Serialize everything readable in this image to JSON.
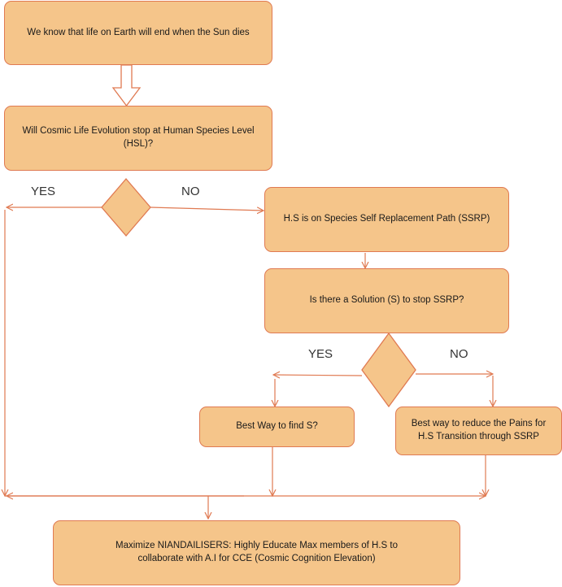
{
  "nodes": {
    "n1": "We know that life on Earth will end when the Sun dies",
    "n2": "Will Cosmic Life Evolution stop at Human Species Level (HSL)?",
    "n3": "H.S is on Species Self Replacement Path (SSRP)",
    "n4": "Is there a Solution (S) to stop SSRP?",
    "n5": "Best Way to find S?",
    "n6": "Best way to reduce the Pains for H.S Transition through SSRP",
    "n7": "Maximize NIANDAILISERS: Highly Educate Max members of  H.S to collaborate with A.I for CCE (Cosmic Cognition Elevation)"
  },
  "labels": {
    "yes1": "YES",
    "no1": "NO",
    "yes2": "YES",
    "no2": "NO"
  },
  "colors": {
    "box_fill": "#f5c58a",
    "stroke": "#e07a52"
  }
}
